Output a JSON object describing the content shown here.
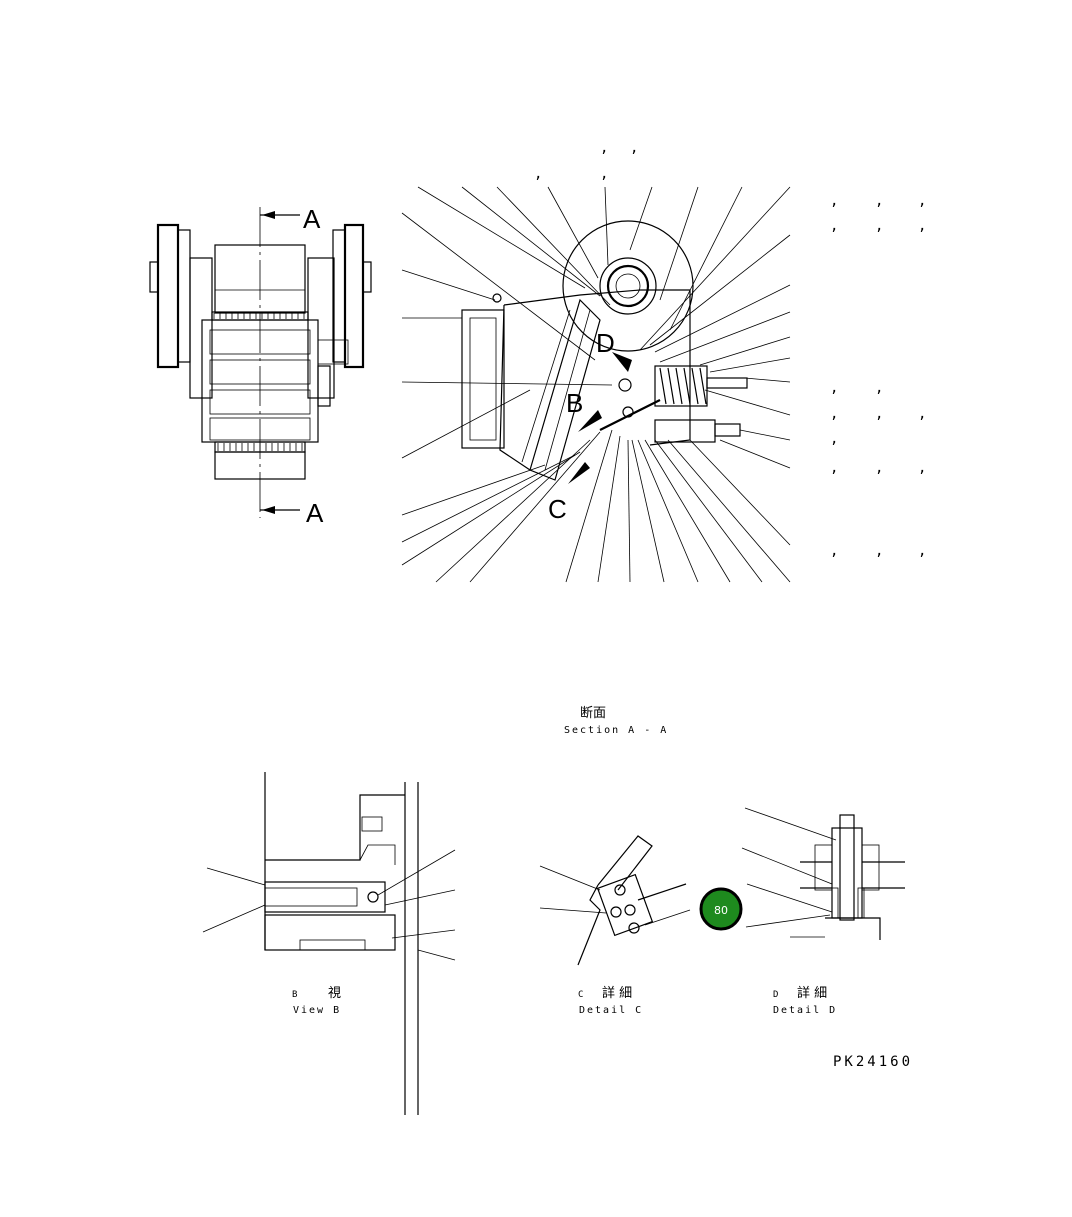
{
  "drawing": {
    "views": {
      "section_a_a": {
        "label_a_top": "A",
        "label_a_bottom": "A",
        "callout_b": "B",
        "callout_c": "C",
        "callout_d": "D",
        "caption_jp": "断面",
        "caption_en": "Section A - A"
      },
      "view_b": {
        "caption_letter": "B",
        "caption_jp": "視",
        "caption_en": "View B"
      },
      "detail_c": {
        "caption_letter": "C",
        "caption_jp": "詳 細",
        "caption_en": "Detail C"
      },
      "detail_d": {
        "caption_letter": "D",
        "caption_jp": "詳 細",
        "caption_en": "Detail D"
      }
    },
    "badge": {
      "text": "80",
      "color": "#1e8a1e"
    },
    "part_number": "PK24160",
    "comma_mark": ","
  }
}
